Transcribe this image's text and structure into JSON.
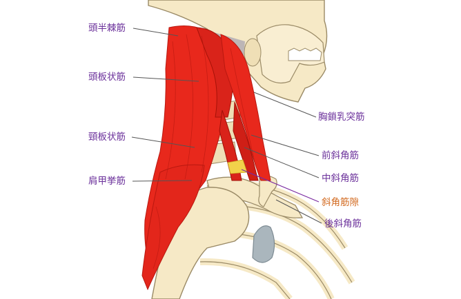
{
  "colors": {
    "label_default": "#6a2f9a",
    "label_highlight": "#d2691e",
    "leader_default": "#555555",
    "leader_highlight": "#7a2aa0",
    "muscle": "#e8281c",
    "muscle_dark": "#b81810",
    "bone": "#f6e9c6",
    "bone_outline": "#9a8a66",
    "cartilage": "#aab6bd"
  },
  "labels": {
    "semispinalis_capitis": "頭半棘筋",
    "splenius_capitis": "頭板状筋",
    "splenius_cervicis": "頸板状筋",
    "levator_scapulae": "肩甲挙筋",
    "sternocleidomastoid": "胸鎖乳突筋",
    "scalenus_anterior": "前斜角筋",
    "scalenus_medius": "中斜角筋",
    "scalene_gap": "斜角筋隙",
    "scalenus_posterior": "後斜角筋"
  }
}
